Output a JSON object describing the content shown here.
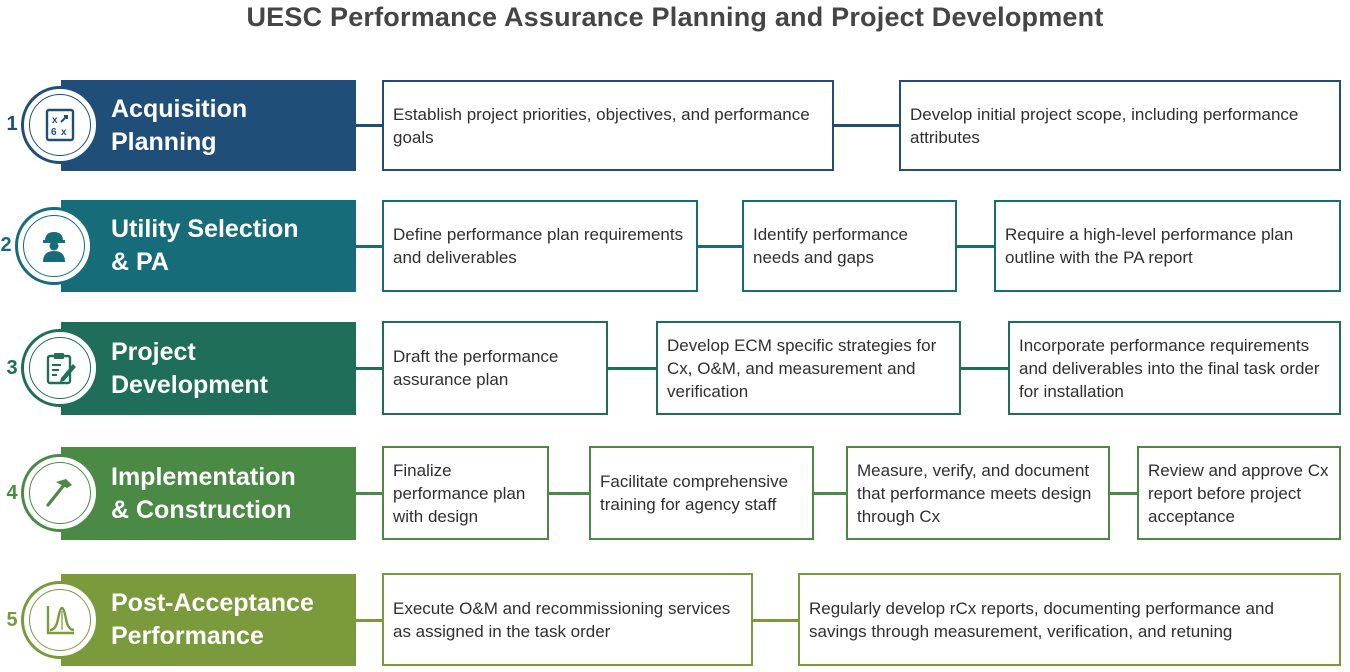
{
  "title": "UESC Performance Assurance Planning and Project Development",
  "colors": {
    "phase1": "#1f4e79",
    "phase2": "#166c78",
    "phase3": "#1e6e5a",
    "phase4": "#4a8a45",
    "phase5": "#7a9a3c"
  },
  "phases": [
    {
      "number": "1",
      "label_line1": "Acquisition",
      "label_line2": "Planning",
      "icon": "strategy-board-icon",
      "steps": [
        "Establish project priorities, objectives, and performance goals",
        "Develop initial project scope, including performance attributes"
      ]
    },
    {
      "number": "2",
      "label_line1": "Utility Selection",
      "label_line2": "& PA",
      "icon": "worker-icon",
      "steps": [
        "Define performance plan requirements and deliverables",
        "Identify performance needs and gaps",
        "Require a high-level performance plan outline with the PA report"
      ]
    },
    {
      "number": "3",
      "label_line1": "Project",
      "label_line2": "Development",
      "icon": "clipboard-pencil-icon",
      "steps": [
        "Draft the performance assurance plan",
        "Develop ECM specific strategies for Cx, O&M, and measurement and verification",
        "Incorporate performance requirements and deliverables into the final task order for installation"
      ]
    },
    {
      "number": "4",
      "label_line1": "Implementation",
      "label_line2": "& Construction",
      "icon": "hammer-icon",
      "steps": [
        "Finalize performance plan with design",
        "Facilitate comprehensive training for agency staff",
        "Measure, verify, and document that performance meets design through Cx",
        "Review and approve Cx report before project acceptance"
      ]
    },
    {
      "number": "5",
      "label_line1": "Post-Acceptance",
      "label_line2": "Performance",
      "icon": "bell-curve-chart-icon",
      "steps": [
        "Execute O&M and recommissioning services as assigned in the task order",
        "Regularly develop rCx reports, documenting performance and savings through measurement, verification, and retuning"
      ]
    }
  ]
}
